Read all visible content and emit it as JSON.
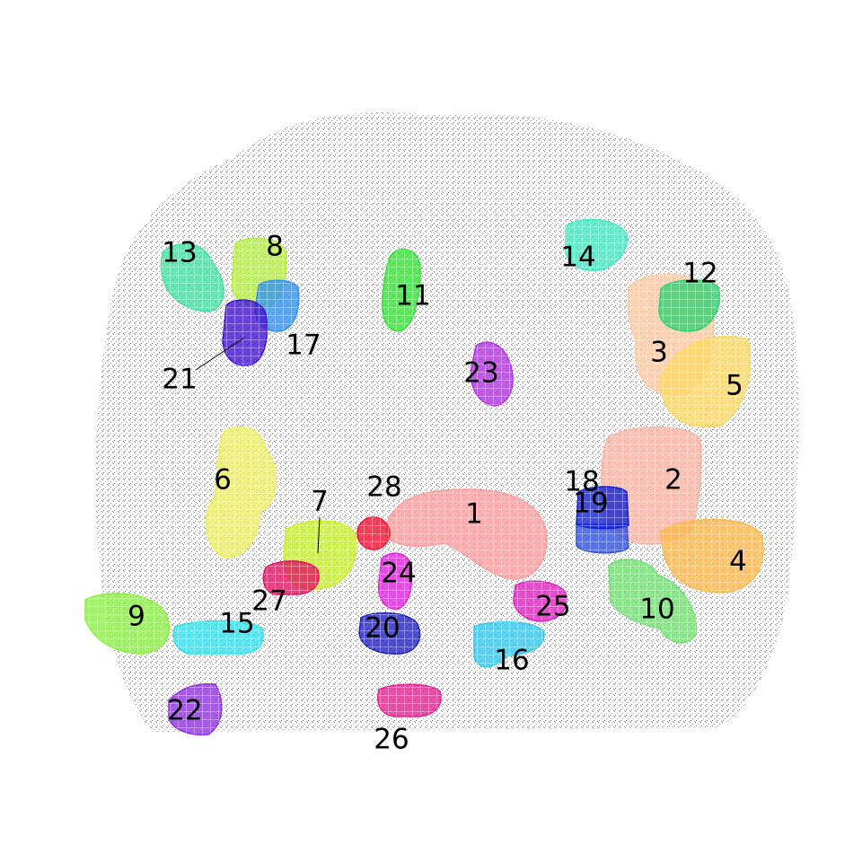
{
  "regions": [
    {
      "id": "1",
      "label": "1",
      "color": "#ff9a9a"
    },
    {
      "id": "2",
      "label": "2",
      "color": "#ffb2a0"
    },
    {
      "id": "3",
      "label": "3",
      "color": "#ffc9a0"
    },
    {
      "id": "4",
      "label": "4",
      "color": "#ffb648"
    },
    {
      "id": "5",
      "label": "5",
      "color": "#ffd860"
    },
    {
      "id": "6",
      "label": "6",
      "color": "#eef060"
    },
    {
      "id": "7",
      "label": "7",
      "color": "#c8f028"
    },
    {
      "id": "8",
      "label": "8",
      "color": "#b4ee40"
    },
    {
      "id": "9",
      "label": "9",
      "color": "#88ee40"
    },
    {
      "id": "10",
      "label": "10",
      "color": "#70e070"
    },
    {
      "id": "11",
      "label": "11",
      "color": "#34e034"
    },
    {
      "id": "12",
      "label": "12",
      "color": "#30d070"
    },
    {
      "id": "13",
      "label": "13",
      "color": "#40e0a0"
    },
    {
      "id": "14",
      "label": "14",
      "color": "#40e8c0"
    },
    {
      "id": "15",
      "label": "15",
      "color": "#30e0f0"
    },
    {
      "id": "16",
      "label": "16",
      "color": "#30c8f0"
    },
    {
      "id": "17",
      "label": "17",
      "color": "#3090f0"
    },
    {
      "id": "18",
      "label": "18",
      "color": "#3050e0"
    },
    {
      "id": "19",
      "label": "19",
      "color": "#1020d0"
    },
    {
      "id": "20",
      "label": "20",
      "color": "#2020c0"
    },
    {
      "id": "21",
      "label": "21",
      "color": "#4010d0"
    },
    {
      "id": "22",
      "label": "22",
      "color": "#9030e0"
    },
    {
      "id": "23",
      "label": "23",
      "color": "#b030e0"
    },
    {
      "id": "24",
      "label": "24",
      "color": "#e020e0"
    },
    {
      "id": "25",
      "label": "25",
      "color": "#e020c0"
    },
    {
      "id": "26",
      "label": "26",
      "color": "#e02090"
    },
    {
      "id": "27",
      "label": "27",
      "color": "#e01060"
    },
    {
      "id": "28",
      "label": "28",
      "color": "#f01030"
    }
  ],
  "cloud_color": "#8a8a8a"
}
